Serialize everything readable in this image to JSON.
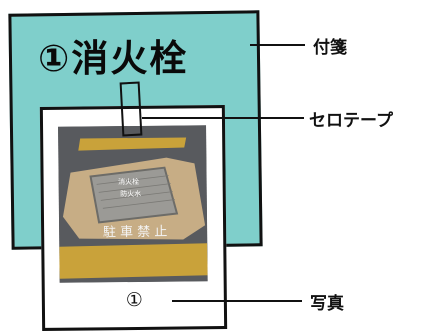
{
  "sticky_note": {
    "text": "①消火栓",
    "color": "#7fcfcb"
  },
  "photo": {
    "number": "①",
    "sign_top": "消火栓",
    "sign_mid": "防火水",
    "road_text": "駐 車 禁 止"
  },
  "labels": {
    "sticky": "付箋",
    "tape": "セロテープ",
    "photo": "写真"
  }
}
